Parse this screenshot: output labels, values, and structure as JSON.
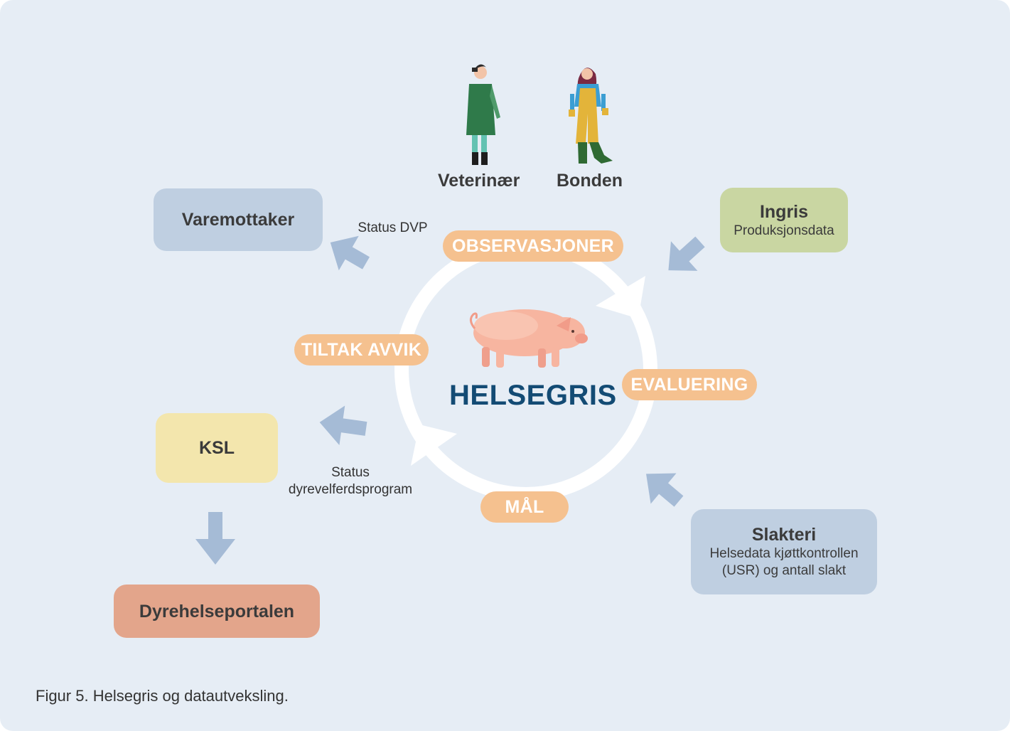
{
  "center": {
    "title": "HELSEGRIS"
  },
  "people": {
    "vet": "Veterinær",
    "farmer": "Bonden"
  },
  "cycle": {
    "observasjoner": "OBSERVASJONER",
    "evaluering": "EVALUERING",
    "maal": "MÅL",
    "tiltak": "TILTAK AVVIK"
  },
  "boxes": {
    "varemottaker": {
      "title": "Varemottaker"
    },
    "ingris": {
      "title": "Ingris",
      "sub": "Produksjonsdata"
    },
    "ksl": {
      "title": "KSL"
    },
    "dyrehelse": {
      "title": "Dyrehelseportalen"
    },
    "slakteri": {
      "title": "Slakteri",
      "sub1": "Helsedata kjøttkontrollen",
      "sub2": "(USR) og antall slakt"
    }
  },
  "labels": {
    "status_dvp": "Status DVP",
    "status_dyre_1": "Status",
    "status_dyre_2": "dyrevelferdsprogram"
  },
  "caption": "Figur 5. Helsegris og datautveksling.",
  "colors": {
    "background": "#e6edf5",
    "blue_box": "#bfcfe1",
    "green_box": "#c9d6a2",
    "yellow_box": "#f3e6ad",
    "salmon_box": "#e3a58b",
    "pill": "#f5c18f",
    "arrow": "#a5bbd6",
    "title": "#134b74"
  }
}
